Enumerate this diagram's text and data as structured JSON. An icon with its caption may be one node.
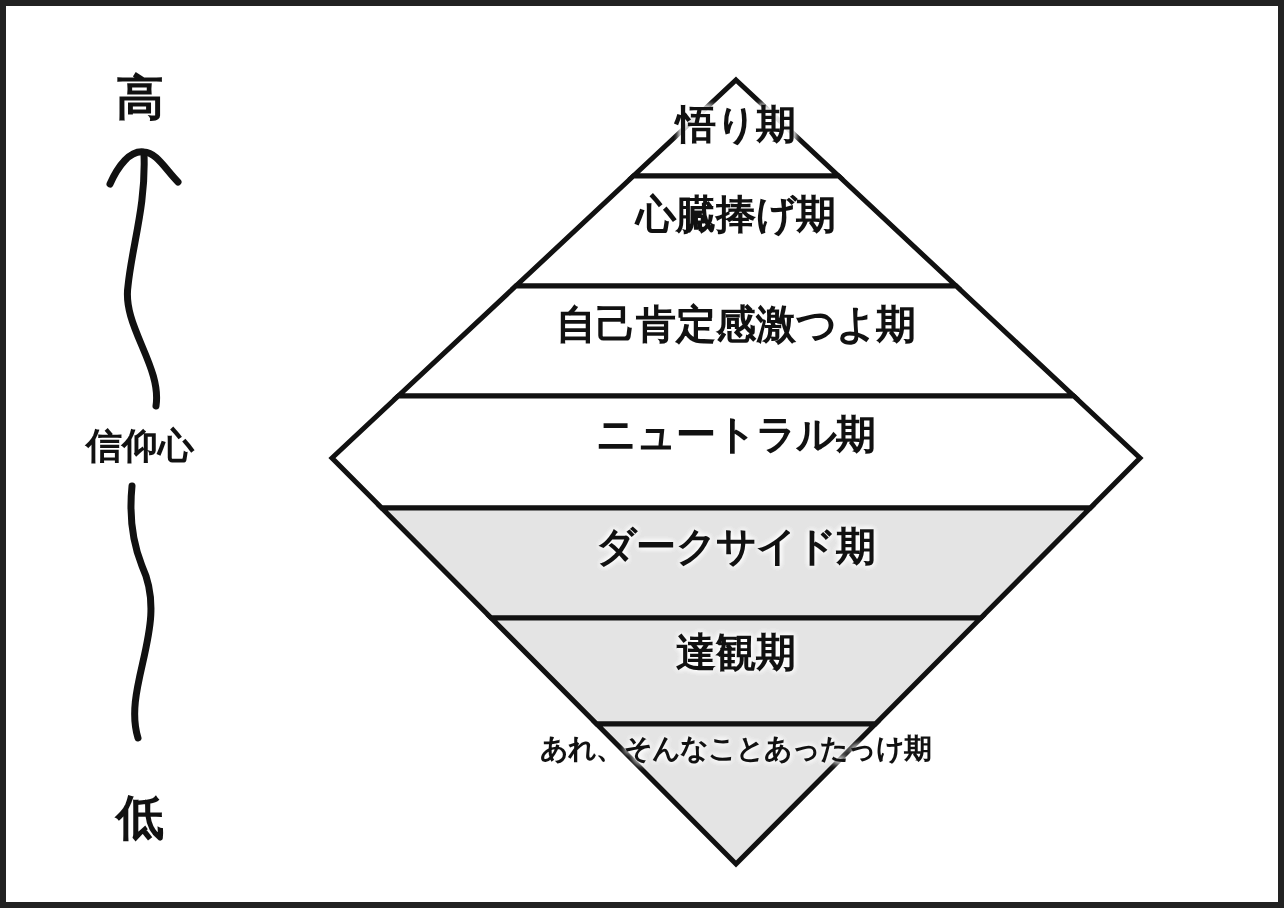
{
  "diagram": {
    "nodes": [
      {
        "text": [
          "悟り期"
        ]
      },
      {
        "text": [
          "心臓捧げ期"
        ]
      },
      {
        "text": [
          "自己肯定感激つよ期"
        ]
      },
      {
        "text": [
          "ニュートラル期"
        ]
      },
      {
        "text": [
          "ダークサイド期"
        ]
      },
      {
        "text": [
          "達観期"
        ]
      },
      {
        "text": [
          "あれ、そんなことあったっけ期"
        ]
      }
    ],
    "edges": [],
    "labels": [
      "高",
      "信仰心",
      "低"
    ]
  }
}
